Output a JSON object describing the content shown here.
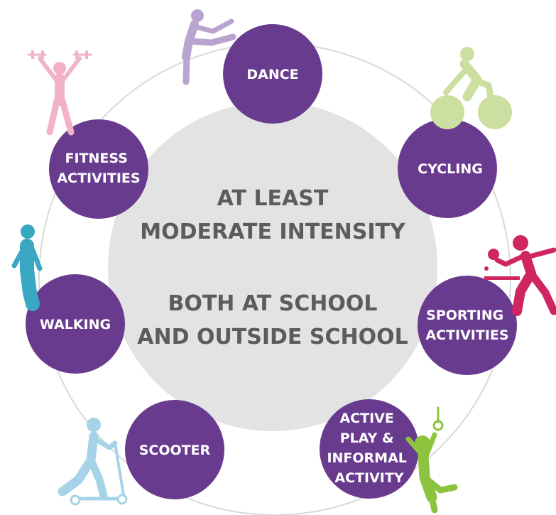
{
  "center": {
    "line1": "AT LEAST",
    "line2": "MODERATE INTENSITY",
    "line3": "BOTH AT SCHOOL",
    "line4": "AND OUTSIDE SCHOOL"
  },
  "activities": [
    {
      "id": "dance",
      "lines": [
        "DANCE"
      ]
    },
    {
      "id": "cycling",
      "lines": [
        "CYCLING"
      ]
    },
    {
      "id": "sporting",
      "lines": [
        "SPORTING",
        "ACTIVITIES"
      ]
    },
    {
      "id": "active-play",
      "lines": [
        "ACTIVE",
        "PLAY &",
        "INFORMAL",
        "ACTIVITY"
      ]
    },
    {
      "id": "scooter",
      "lines": [
        "SCOOTER"
      ]
    },
    {
      "id": "walking",
      "lines": [
        "WALKING"
      ]
    },
    {
      "id": "fitness",
      "lines": [
        "FITNESS",
        "ACTIVITIES"
      ]
    }
  ],
  "colors": {
    "node_fill": "#693b8f",
    "center_fill": "#e3e3e3",
    "center_text": "#5c5c5c",
    "ring_stroke": "#d9d9d9",
    "dancer": "#b9a3cf",
    "cyclist": "#cbdfa0",
    "table_tennis": "#cf2660",
    "gymnast": "#8cc43f",
    "scooter_rider": "#a6d3e8",
    "walker": "#3aa8c2",
    "weightlifter": "#f2b3c6"
  },
  "icons": [
    "dancer-icon",
    "cyclist-icon",
    "table-tennis-icon",
    "gymnast-icon",
    "scooter-rider-icon",
    "walker-icon",
    "weightlifter-icon"
  ]
}
